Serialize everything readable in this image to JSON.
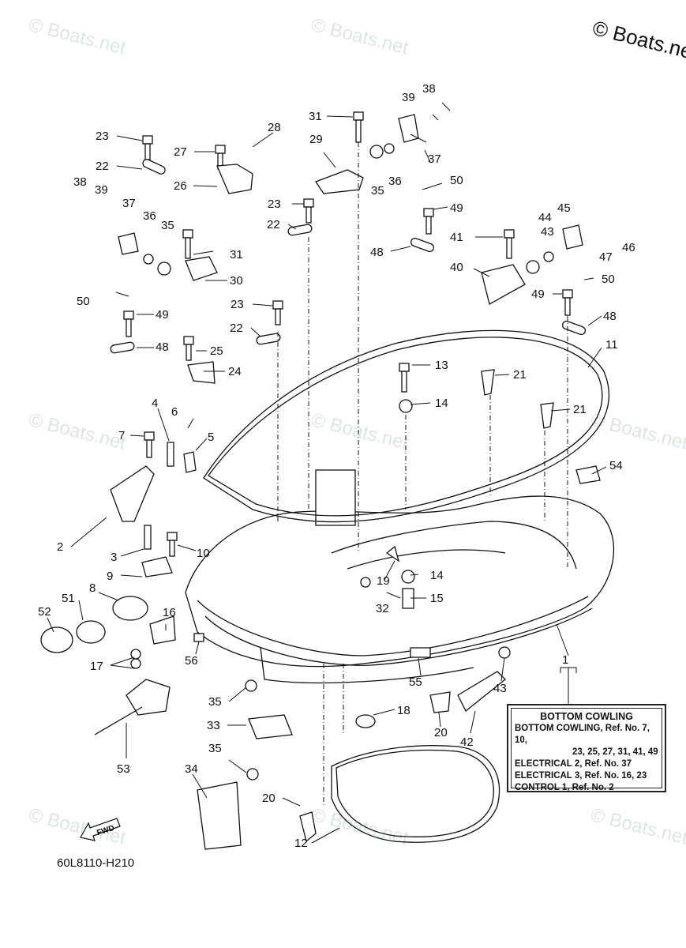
{
  "watermarks": {
    "text": "© Boats.net",
    "corner_text": "© Boats.ne"
  },
  "diagram": {
    "title": "BOTTOM COWLING",
    "code": "60L8110-H210",
    "fwd_label": "FWD",
    "callouts": [
      {
        "id": "c1",
        "label": "1"
      },
      {
        "id": "c2",
        "label": "2"
      },
      {
        "id": "c3",
        "label": "3"
      },
      {
        "id": "c4",
        "label": "4"
      },
      {
        "id": "c5",
        "label": "5"
      },
      {
        "id": "c6",
        "label": "6"
      },
      {
        "id": "c7",
        "label": "7"
      },
      {
        "id": "c8",
        "label": "8"
      },
      {
        "id": "c9",
        "label": "9"
      },
      {
        "id": "c10",
        "label": "10"
      },
      {
        "id": "c11",
        "label": "11"
      },
      {
        "id": "c12",
        "label": "12"
      },
      {
        "id": "c13",
        "label": "13"
      },
      {
        "id": "c14a",
        "label": "14"
      },
      {
        "id": "c14b",
        "label": "14"
      },
      {
        "id": "c15",
        "label": "15"
      },
      {
        "id": "c16",
        "label": "16"
      },
      {
        "id": "c17",
        "label": "17"
      },
      {
        "id": "c18",
        "label": "18"
      },
      {
        "id": "c19",
        "label": "19"
      },
      {
        "id": "c20a",
        "label": "20"
      },
      {
        "id": "c20b",
        "label": "20"
      },
      {
        "id": "c21a",
        "label": "21"
      },
      {
        "id": "c21b",
        "label": "21"
      },
      {
        "id": "c22a",
        "label": "22"
      },
      {
        "id": "c22b",
        "label": "22"
      },
      {
        "id": "c22c",
        "label": "22"
      },
      {
        "id": "c23a",
        "label": "23"
      },
      {
        "id": "c23b",
        "label": "23"
      },
      {
        "id": "c23c",
        "label": "23"
      },
      {
        "id": "c24",
        "label": "24"
      },
      {
        "id": "c25",
        "label": "25"
      },
      {
        "id": "c26",
        "label": "26"
      },
      {
        "id": "c27",
        "label": "27"
      },
      {
        "id": "c28",
        "label": "28"
      },
      {
        "id": "c29",
        "label": "29"
      },
      {
        "id": "c30",
        "label": "30"
      },
      {
        "id": "c31a",
        "label": "31"
      },
      {
        "id": "c31b",
        "label": "31"
      },
      {
        "id": "c32",
        "label": "32"
      },
      {
        "id": "c33",
        "label": "33"
      },
      {
        "id": "c34",
        "label": "34"
      },
      {
        "id": "c35a",
        "label": "35"
      },
      {
        "id": "c35b",
        "label": "35"
      },
      {
        "id": "c35c",
        "label": "35"
      },
      {
        "id": "c35d",
        "label": "35"
      },
      {
        "id": "c36a",
        "label": "36"
      },
      {
        "id": "c36b",
        "label": "36"
      },
      {
        "id": "c37a",
        "label": "37"
      },
      {
        "id": "c37b",
        "label": "37"
      },
      {
        "id": "c38a",
        "label": "38"
      },
      {
        "id": "c38b",
        "label": "38"
      },
      {
        "id": "c39a",
        "label": "39"
      },
      {
        "id": "c39b",
        "label": "39"
      },
      {
        "id": "c40",
        "label": "40"
      },
      {
        "id": "c41",
        "label": "41"
      },
      {
        "id": "c42",
        "label": "42"
      },
      {
        "id": "c43a",
        "label": "43"
      },
      {
        "id": "c43b",
        "label": "43"
      },
      {
        "id": "c44",
        "label": "44"
      },
      {
        "id": "c45",
        "label": "45"
      },
      {
        "id": "c46",
        "label": "46"
      },
      {
        "id": "c47",
        "label": "47"
      },
      {
        "id": "c48a",
        "label": "48"
      },
      {
        "id": "c48b",
        "label": "48"
      },
      {
        "id": "c48c",
        "label": "48"
      },
      {
        "id": "c49a",
        "label": "49"
      },
      {
        "id": "c49b",
        "label": "49"
      },
      {
        "id": "c49c",
        "label": "49"
      },
      {
        "id": "c50a",
        "label": "50"
      },
      {
        "id": "c50b",
        "label": "50"
      },
      {
        "id": "c50c",
        "label": "50"
      },
      {
        "id": "c51",
        "label": "51"
      },
      {
        "id": "c52",
        "label": "52"
      },
      {
        "id": "c53",
        "label": "53"
      },
      {
        "id": "c54",
        "label": "54"
      },
      {
        "id": "c55",
        "label": "55"
      },
      {
        "id": "c56",
        "label": "56"
      }
    ]
  },
  "legend": {
    "title": "BOTTOM COWLING",
    "lines": [
      "BOTTOM COWLING,  Ref. No. 7, 10,",
      "23, 25, 27, 31, 41, 49",
      "ELECTRICAL 2,  Ref. No. 37",
      "ELECTRICAL 3,  Ref. No. 16, 23",
      "CONTROL 1,  Ref. No. 2"
    ]
  }
}
